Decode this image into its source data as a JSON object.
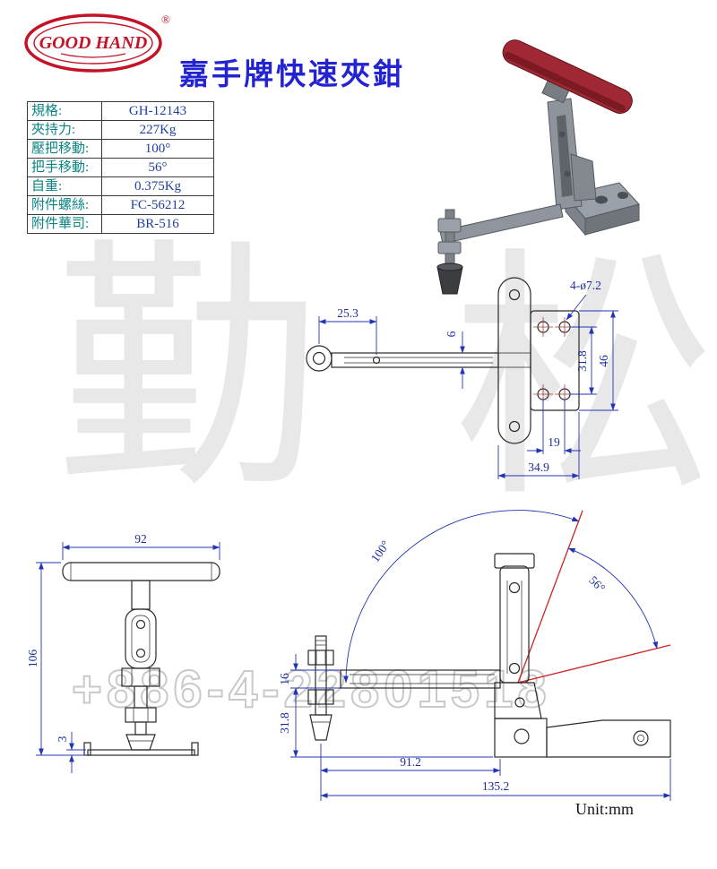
{
  "header": {
    "logo_text": "GOOD HAND",
    "registered_mark": "®",
    "title": "嘉手牌快速夾鉗"
  },
  "spec_table": {
    "rows": [
      {
        "label": "規格:",
        "value": "GH-12143"
      },
      {
        "label": "夾持力:",
        "value": "227Kg"
      },
      {
        "label": "壓把移動:",
        "value": "100°"
      },
      {
        "label": "把手移動:",
        "value": "56°"
      },
      {
        "label": "自重:",
        "value": "0.375Kg"
      },
      {
        "label": "附件螺絲:",
        "value": "FC-56212"
      },
      {
        "label": "附件華司:",
        "value": "BR-516"
      }
    ]
  },
  "drawings": {
    "top_view": {
      "dim_arm_offset": "25.3",
      "dim_slot_width": "6",
      "dim_holes": "4-ø7.2",
      "dim_hole_spacing_v": "31.8",
      "dim_plate_height": "46",
      "dim_hole_spacing_h": "19",
      "dim_plate_width": "34.9"
    },
    "front_view": {
      "dim_handle_width": "92",
      "dim_total_height": "106",
      "dim_base_thickness": "3"
    },
    "side_view": {
      "dim_press_travel": "100°",
      "dim_handle_travel": "56°",
      "dim_arm_height": "16",
      "dim_clamp_height": "31.8",
      "dim_arm_reach": "91.2",
      "dim_total_length": "135.2"
    }
  },
  "footer": {
    "unit_label": "Unit:mm"
  },
  "watermark": {
    "char_left": "勤",
    "char_right": "松",
    "phone": "+886-4-22801518"
  },
  "colors": {
    "title_blue": "#2323d2",
    "logo_red": "#c41226",
    "table_label_teal": "#0c8383",
    "table_value_navy": "#203f9c",
    "dimension_blue": "#1c2e9d",
    "angle_line_red": "#cc2222",
    "handle_red": "#a02834",
    "outline_black": "#2a2a2a",
    "watermark_gray": "#c9c9c9"
  }
}
